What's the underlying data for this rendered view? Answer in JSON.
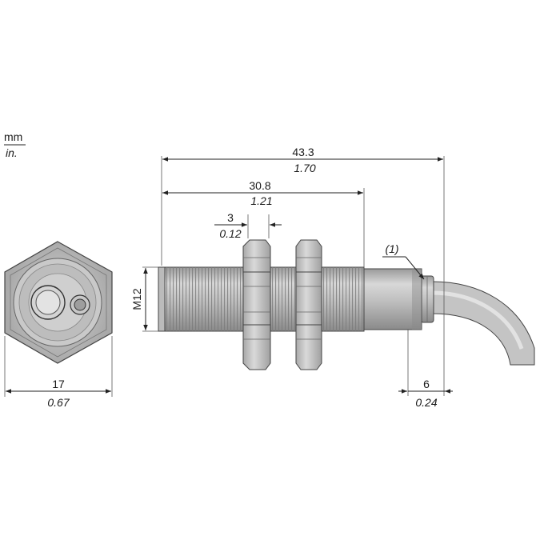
{
  "units": {
    "metric": "mm",
    "imperial": "in."
  },
  "dimensions": {
    "overall_length": {
      "mm": "43.3",
      "in": "1.70"
    },
    "thread_length": {
      "mm": "30.8",
      "in": "1.21"
    },
    "nut_width": {
      "mm": "3",
      "in": "0.12"
    },
    "thread_size": "M12",
    "hex_across_flats": {
      "mm": "17",
      "in": "0.67"
    },
    "cable_offset": {
      "mm": "6",
      "in": "0.24"
    }
  },
  "callout": "(1)",
  "colors": {
    "body": "#c8c8c8",
    "body_dark": "#8c8c8c",
    "cable": "#c4c4c4",
    "line": "#222222"
  }
}
